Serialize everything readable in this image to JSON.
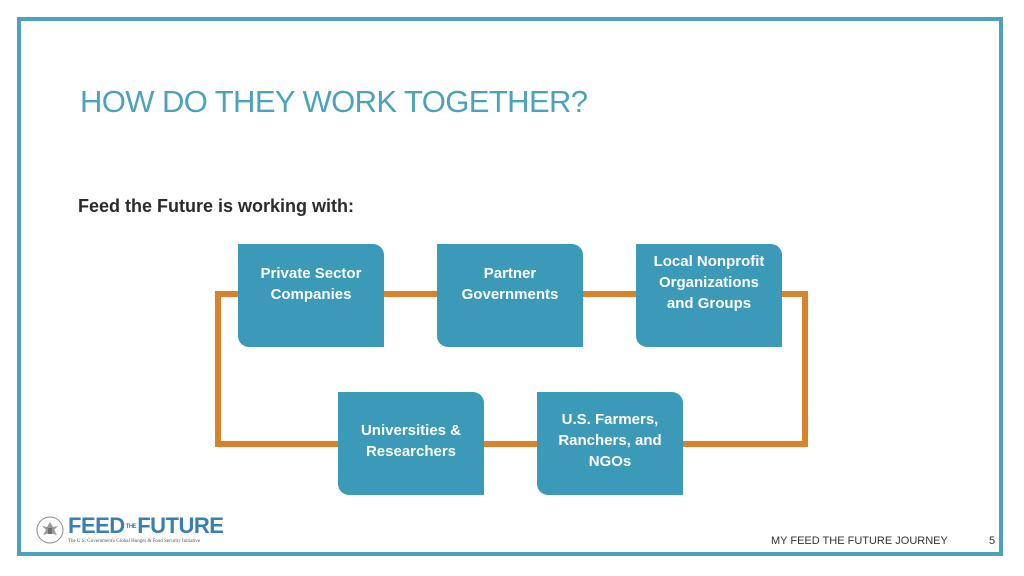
{
  "slide": {
    "title": "HOW DO THEY WORK TOGETHER?",
    "subtitle": "Feed the Future is working with:"
  },
  "diagram": {
    "nodes": [
      {
        "id": "box-1",
        "label": "Private Sector\nCompanies"
      },
      {
        "id": "box-2",
        "label": "Partner\nGovernments"
      },
      {
        "id": "box-3",
        "label": "Local Nonprofit\nOrganizations\nand Groups"
      },
      {
        "id": "box-4",
        "label": "Universities &\nResearchers"
      },
      {
        "id": "box-5",
        "label": "U.S. Farmers,\nRanchers, and\nNGOs"
      }
    ]
  },
  "logo": {
    "wordmark_left": "FEED",
    "wordmark_mid": "THE",
    "wordmark_right": "FUTURE",
    "tagline": "The U.S. Government's Global Hunger & Food Security Initiative"
  },
  "footer": {
    "text": "MY FEED THE FUTURE JOURNEY",
    "page_number": "5"
  },
  "colors": {
    "accent": "#4aa3ba",
    "box_fill": "#3a9ab8",
    "connector": "#d9822b"
  }
}
